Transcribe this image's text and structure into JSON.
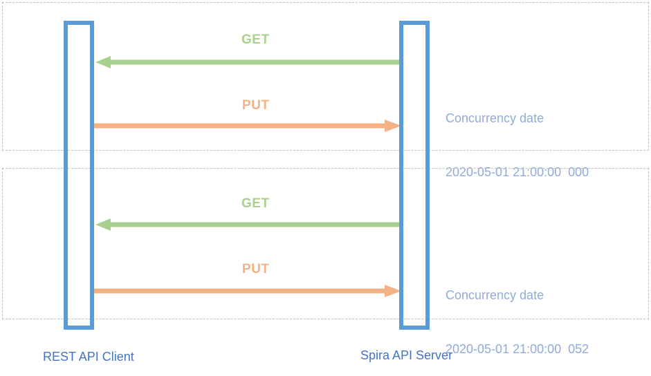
{
  "diagram": {
    "title": "REST API concurrency sequence diagram",
    "colors": {
      "lifeline": "#5B9BD5",
      "get_message": "#A9D18E",
      "put_message": "#F4B183",
      "participant_label": "#4472C4",
      "annotation_text": "#8FAADC",
      "frame_border": "#BFBFBF",
      "background": "#FFFFFF"
    }
  },
  "participants": [
    {
      "id": "client",
      "label": "REST API Client"
    },
    {
      "id": "server",
      "label": "Spira API Server"
    }
  ],
  "frames": [
    {
      "id": "frame-1",
      "messages": [
        {
          "id": "get-1",
          "label": "GET",
          "direction": "server-to-client"
        },
        {
          "id": "put-1",
          "label": "PUT",
          "direction": "client-to-server"
        }
      ],
      "annotation": {
        "title": "Concurrency date",
        "value": "2020-05-01 21:00:00  000"
      }
    },
    {
      "id": "frame-2",
      "messages": [
        {
          "id": "get-2",
          "label": "GET",
          "direction": "server-to-client"
        },
        {
          "id": "put-2",
          "label": "PUT",
          "direction": "client-to-server"
        }
      ],
      "annotation": {
        "title": "Concurrency date",
        "value": "2020-05-01 21:00:00  052"
      }
    }
  ]
}
